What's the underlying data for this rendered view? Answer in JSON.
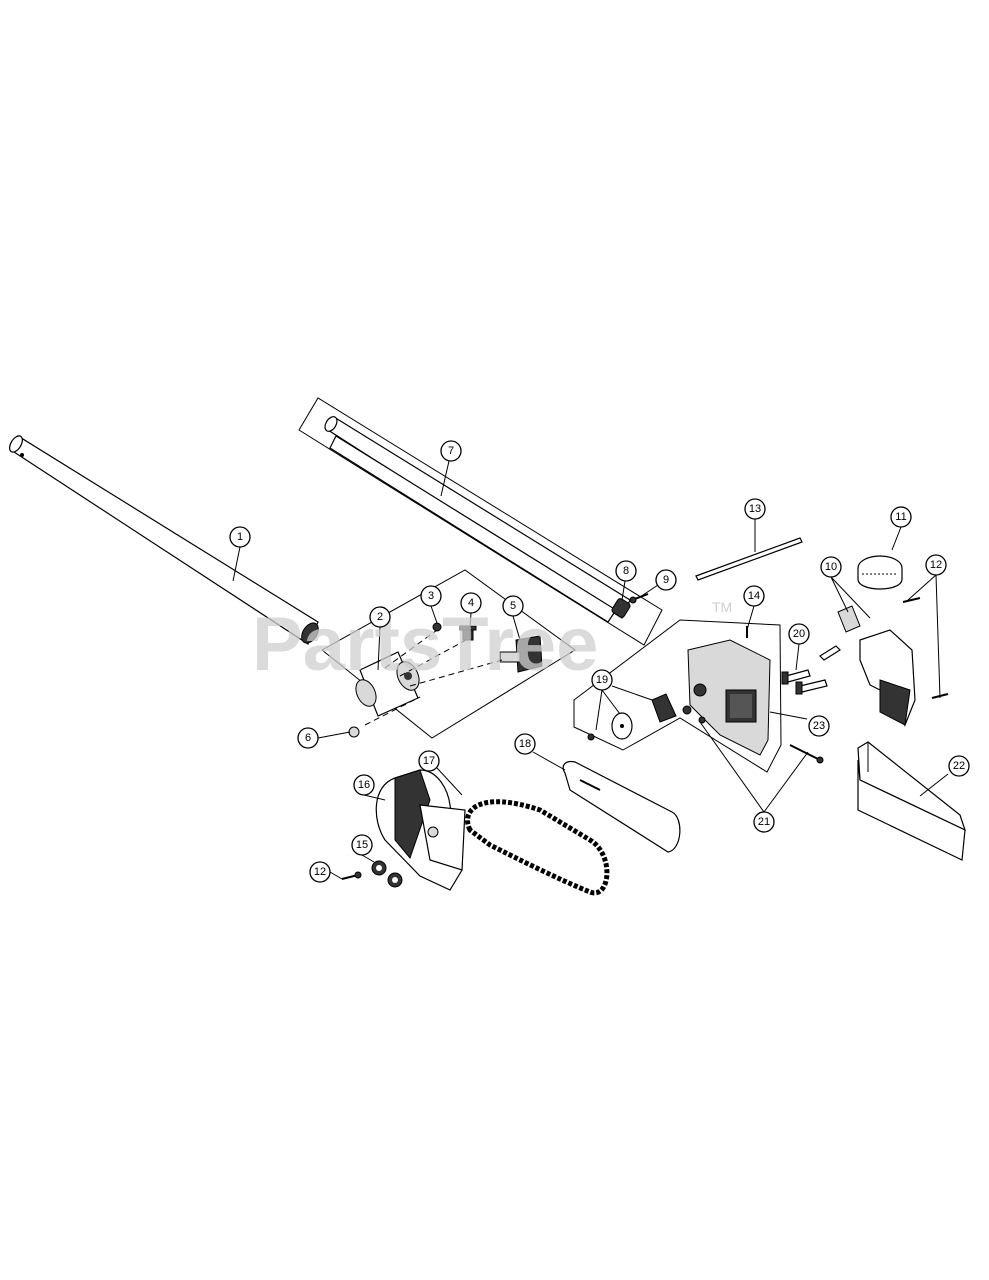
{
  "watermark": {
    "text": "PartsTree",
    "tm": "TM"
  },
  "callouts": [
    {
      "key": "c1",
      "label": "1"
    },
    {
      "key": "c2",
      "label": "2"
    },
    {
      "key": "c3",
      "label": "3"
    },
    {
      "key": "c4",
      "label": "4"
    },
    {
      "key": "c5",
      "label": "5"
    },
    {
      "key": "c6",
      "label": "6"
    },
    {
      "key": "c7",
      "label": "7"
    },
    {
      "key": "c8",
      "label": "8"
    },
    {
      "key": "c9",
      "label": "9"
    },
    {
      "key": "c10",
      "label": "10"
    },
    {
      "key": "c11",
      "label": "11"
    },
    {
      "key": "c12a",
      "label": "12"
    },
    {
      "key": "c12b",
      "label": "12"
    },
    {
      "key": "c13",
      "label": "13"
    },
    {
      "key": "c14",
      "label": "14"
    },
    {
      "key": "c15",
      "label": "15"
    },
    {
      "key": "c16",
      "label": "16"
    },
    {
      "key": "c17",
      "label": "17"
    },
    {
      "key": "c18",
      "label": "18"
    },
    {
      "key": "c19",
      "label": "19"
    },
    {
      "key": "c20",
      "label": "20"
    },
    {
      "key": "c21",
      "label": "21"
    },
    {
      "key": "c22",
      "label": "22"
    },
    {
      "key": "c23",
      "label": "23"
    }
  ]
}
